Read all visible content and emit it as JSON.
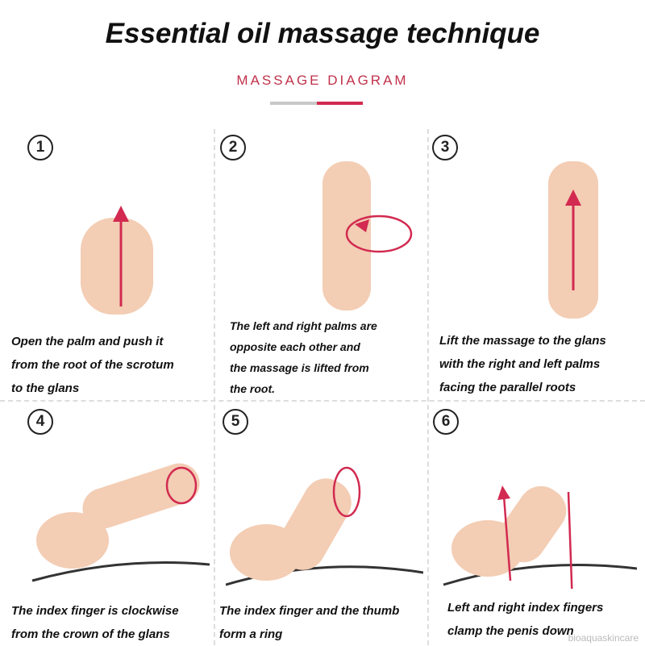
{
  "title": "Essential oil massage technique",
  "subtitle": "MASSAGE DIAGRAM",
  "colors": {
    "accent": "#d22a50",
    "skin": "#f3cdb4",
    "divider": "#dddddd"
  },
  "steps": [
    {
      "number": "1",
      "lines": [
        "Open the palm and push it",
        " from the root of the scrotum",
        " to the glans"
      ]
    },
    {
      "number": "2",
      "lines": [
        "The left and right palms are",
        "opposite each other and",
        "the massage is lifted from",
        "the root."
      ]
    },
    {
      "number": "3",
      "lines": [
        "Lift the massage to the glans",
        "with the right and left palms",
        "facing the parallel roots"
      ]
    },
    {
      "number": "4",
      "lines": [
        "The index finger is clockwise",
        "from the crown of the glans"
      ]
    },
    {
      "number": "5",
      "lines": [
        "The index finger and the thumb",
        "form a ring"
      ]
    },
    {
      "number": "6",
      "lines": [
        "Left and right index fingers",
        "clamp the penis down"
      ]
    }
  ],
  "watermark": "bioaquaskincare"
}
